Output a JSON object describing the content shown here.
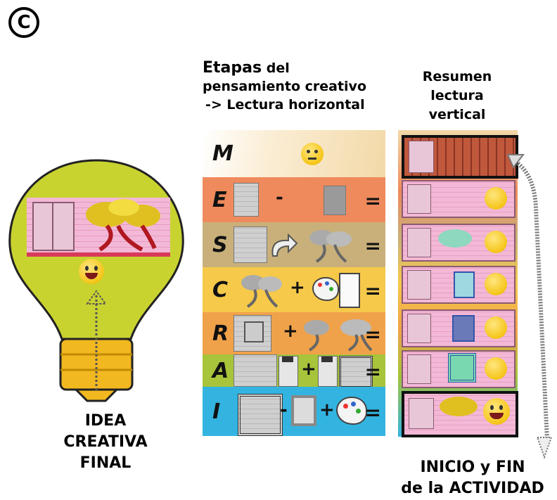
{
  "panel_letter": "C",
  "bulb": {
    "caption_lines": [
      "IDEA",
      "CREATIVA",
      "FINAL"
    ],
    "colors": {
      "glass": "#c9d330",
      "base": "#f2b820",
      "outline": "#222222"
    }
  },
  "middle": {
    "heading_bold": "Etapas",
    "heading_rest": "del",
    "heading_line2": "pensamiento creativo",
    "heading_line3": "-> Lectura horizontal",
    "rows": [
      {
        "letter": "M",
        "color": "#f5deb3"
      },
      {
        "letter": "E",
        "color": "#ef8a5c",
        "ops": [
          "-",
          "="
        ]
      },
      {
        "letter": "S",
        "color": "#c9b07a",
        "ops": [
          "="
        ]
      },
      {
        "letter": "C",
        "color": "#f6c94a",
        "ops": [
          "+",
          "="
        ]
      },
      {
        "letter": "R",
        "color": "#f0a24a",
        "ops": [
          "+",
          "="
        ]
      },
      {
        "letter": "A",
        "color": "#a7c43a",
        "ops": [
          "+",
          "="
        ]
      },
      {
        "letter": "I",
        "color": "#33b4e0",
        "ops": [
          "-",
          "+",
          "="
        ]
      }
    ]
  },
  "right": {
    "heading_lines": [
      "Resumen",
      "lectura",
      "vertical"
    ],
    "footer_lines": [
      "INICIO y FIN",
      "de la ACTIVIDAD"
    ]
  }
}
